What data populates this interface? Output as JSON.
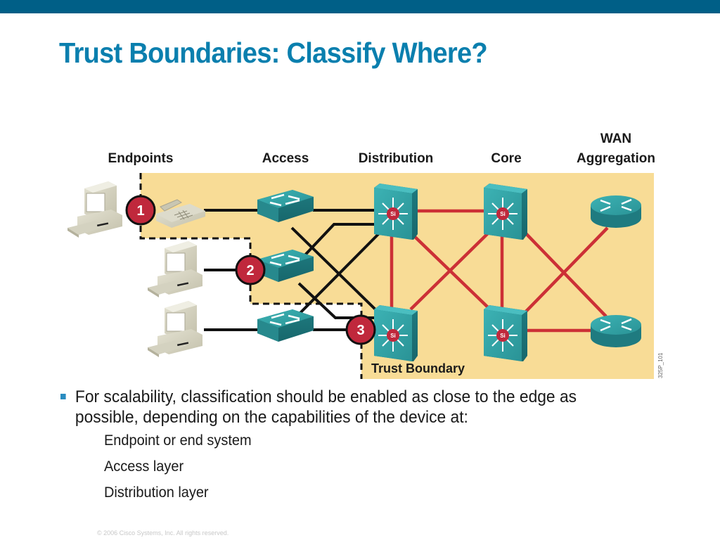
{
  "slide": {
    "title": "Trust Boundaries: Classify Where?",
    "footer": "© 2006 Cisco Systems, Inc. All rights reserved."
  },
  "diagram": {
    "layers": [
      {
        "id": "endpoints",
        "label": "Endpoints"
      },
      {
        "id": "access",
        "label": "Access"
      },
      {
        "id": "distribution",
        "label": "Distribution"
      },
      {
        "id": "core",
        "label": "Core"
      },
      {
        "id": "wan",
        "label_line1": "WAN",
        "label_line2": "Aggregation"
      }
    ],
    "badges": [
      {
        "number": "1",
        "meaning": "Endpoint or end system"
      },
      {
        "number": "2",
        "meaning": "Access layer"
      },
      {
        "number": "3",
        "meaning": "Distribution layer"
      }
    ],
    "trust_boundary_label": "Trust Boundary",
    "figure_id": "325P_101",
    "switch_label": "Si",
    "devices": {
      "endpoints": [
        "pc-1",
        "ip-phone",
        "pc-2",
        "pc-3"
      ],
      "access_switches": [
        "access-switch-1",
        "access-switch-2",
        "access-switch-3"
      ],
      "distribution_switches": [
        "distribution-switch-1",
        "distribution-switch-2"
      ],
      "core_switches": [
        "core-switch-1",
        "core-switch-2"
      ],
      "wan_routers": [
        "wan-router-1",
        "wan-router-2"
      ]
    },
    "colors": {
      "trusted_zone": "#f8dc96",
      "badge": "#c0283c",
      "device": "#2f9a9e",
      "core_link": "#cc3036",
      "access_link": "#111111"
    }
  },
  "bullets": {
    "main": "For scalability, classification should be enabled as close to the edge as possible, depending on the capabilities of the device at:",
    "sub": [
      "Endpoint or end system",
      "Access layer",
      "Distribution layer"
    ]
  }
}
